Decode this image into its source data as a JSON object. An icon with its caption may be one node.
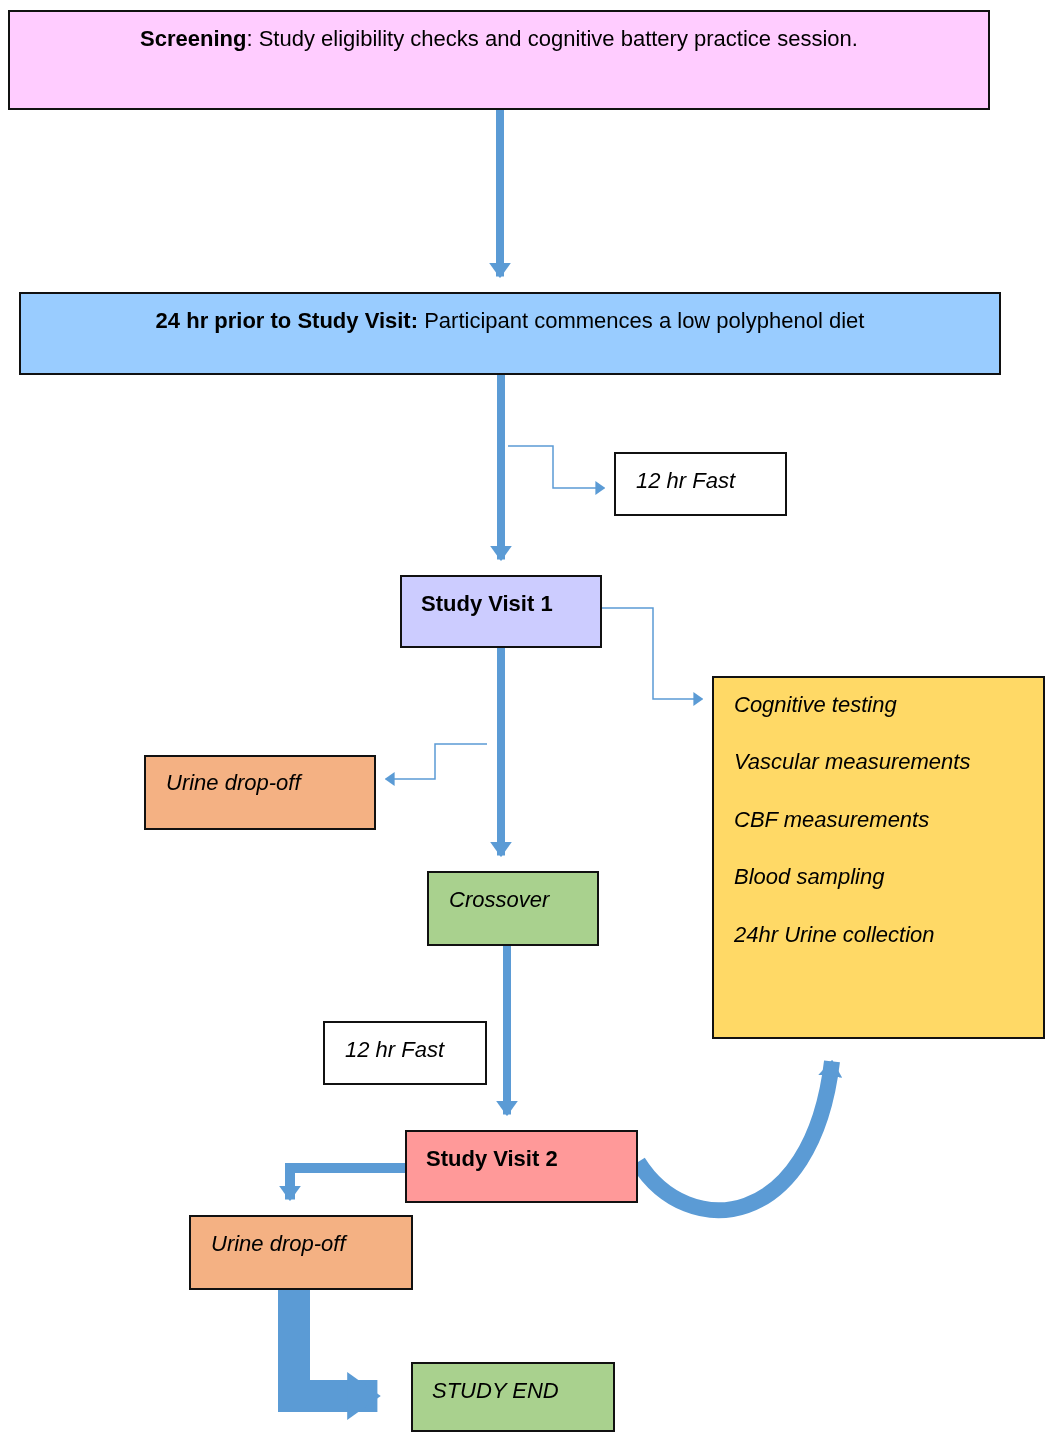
{
  "diagram": {
    "nodes": [
      {
        "text": [
          "**Screening**: Study eligibility checks and cognitive battery practice session."
        ]
      },
      {
        "text": [
          "**24 hr prior to Study Visit:** Participant commences a low polyphenol diet"
        ]
      },
      {
        "text": [
          "12 hr Fast"
        ]
      },
      {
        "text": [
          "Study Visit 1"
        ]
      },
      {
        "text": [
          "Cognitive testing",
          "Vascular measurements",
          "CBF measurements",
          "Blood sampling",
          "24hr Urine collection"
        ]
      },
      {
        "text": [
          "Urine drop-off"
        ]
      },
      {
        "text": [
          "Crossover"
        ]
      },
      {
        "text": [
          "12 hr Fast"
        ]
      },
      {
        "text": [
          "Study Visit 2"
        ]
      },
      {
        "text": [
          "Urine drop-off"
        ]
      },
      {
        "text": [
          "STUDY END"
        ]
      }
    ],
    "edges": [
      {
        "from": 0,
        "to": 1,
        "arrow": "to"
      },
      {
        "from": 1,
        "to": 3,
        "arrow": "to"
      },
      {
        "from": null,
        "to": 2,
        "arrow": "to"
      },
      {
        "from": 3,
        "to": 4,
        "arrow": "to"
      },
      {
        "from": null,
        "to": 5,
        "arrow": "to"
      },
      {
        "from": 3,
        "to": 6,
        "arrow": "to"
      },
      {
        "from": 6,
        "to": 8,
        "arrow": "to"
      },
      {
        "from": 8,
        "to": 9,
        "arrow": "to"
      },
      {
        "from": 9,
        "to": 10,
        "arrow": "to",
        "style": "thick"
      },
      {
        "from": 8,
        "to": 4,
        "arrow": "to",
        "style": "thick"
      }
    ]
  }
}
